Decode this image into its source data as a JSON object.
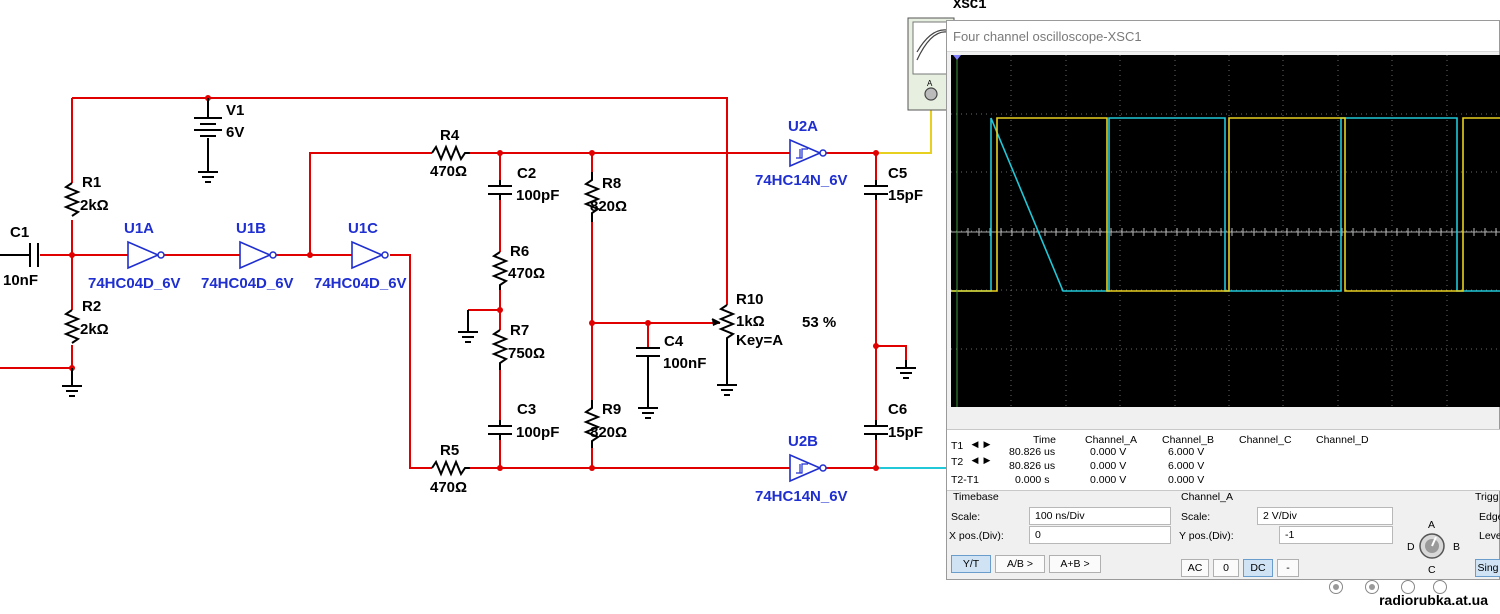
{
  "schematic": {
    "components": {
      "v1": {
        "name": "V1",
        "value": "6V"
      },
      "r1": {
        "name": "R1",
        "value": "2kΩ"
      },
      "r2": {
        "name": "R2",
        "value": "2kΩ"
      },
      "c1": {
        "name": "C1",
        "value": "10nF"
      },
      "u1a": {
        "name": "U1A",
        "part": "74HC04D_6V"
      },
      "u1b": {
        "name": "U1B",
        "part": "74HC04D_6V"
      },
      "u1c": {
        "name": "U1C",
        "part": "74HC04D_6V"
      },
      "r4": {
        "name": "R4",
        "value": "470Ω"
      },
      "r5": {
        "name": "R5",
        "value": "470Ω"
      },
      "c2": {
        "name": "C2",
        "value": "100pF"
      },
      "c3": {
        "name": "C3",
        "value": "100pF"
      },
      "r6": {
        "name": "R6",
        "value": "470Ω"
      },
      "r7": {
        "name": "R7",
        "value": "750Ω"
      },
      "r8": {
        "name": "R8",
        "value": "820Ω"
      },
      "r9": {
        "name": "R9",
        "value": "820Ω"
      },
      "c4": {
        "name": "C4",
        "value": "100nF"
      },
      "r10": {
        "name": "R10",
        "value": "1kΩ",
        "key": "Key=A",
        "percent": "53 %"
      },
      "u2a": {
        "name": "U2A",
        "part": "74HC14N_6V"
      },
      "u2b": {
        "name": "U2B",
        "part": "74HC14N_6V"
      },
      "c5": {
        "name": "C5",
        "value": "15pF"
      },
      "c6": {
        "name": "C6",
        "value": "15pF"
      },
      "xsc1": {
        "name": "XSC1",
        "channel": "A"
      }
    }
  },
  "oscilloscope": {
    "window_title": "Four channel oscilloscope-XSC1",
    "trace_colors": {
      "channel_a": "#e8d020",
      "channel_b": "#20c8d8"
    },
    "readout": {
      "headers": [
        "Time",
        "Channel_A",
        "Channel_B",
        "Channel_C",
        "Channel_D"
      ],
      "rows": [
        {
          "label": "T1",
          "time": "80.826 us",
          "a": "0.000 V",
          "b": "6.000 V"
        },
        {
          "label": "T2",
          "time": "80.826 us",
          "a": "0.000 V",
          "b": "6.000 V"
        },
        {
          "label": "T2-T1",
          "time": "0.000 s",
          "a": "0.000 V",
          "b": "0.000 V"
        }
      ]
    },
    "timebase": {
      "section": "Timebase",
      "scale_label": "Scale:",
      "scale_value": "100 ns/Div",
      "xpos_label": "X pos.(Div):",
      "xpos_value": "0",
      "buttons": [
        "Y/T",
        "A/B >",
        "A+B >"
      ]
    },
    "channel": {
      "section": "Channel_A",
      "scale_label": "Scale:",
      "scale_value": "2  V/Div",
      "ypos_label": "Y pos.(Div):",
      "ypos_value": "-1",
      "buttons": [
        "AC",
        "0",
        "DC",
        "-"
      ],
      "knob_labels": {
        "a": "A",
        "b": "B",
        "c": "C",
        "d": "D"
      }
    },
    "trigger": {
      "section": "Trigg",
      "edge": "Edge",
      "level": "Leve",
      "single": "Sing"
    }
  },
  "watermark": "radiorubka.at.ua"
}
